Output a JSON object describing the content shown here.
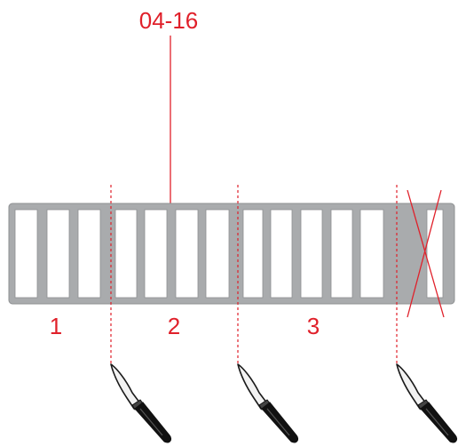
{
  "callout": {
    "label": "04-16"
  },
  "sections": [
    {
      "label": "1"
    },
    {
      "label": "2"
    },
    {
      "label": "3"
    }
  ],
  "colors": {
    "annotation": "#e0202a",
    "grate_frame": "#a9abad",
    "grate_shadow": "#8e9092",
    "knife_blade": "#f2f2f2",
    "knife_handle": "#111111"
  },
  "icons": [
    "knife-icon",
    "knife-icon",
    "knife-icon",
    "cross-out-mark"
  ]
}
